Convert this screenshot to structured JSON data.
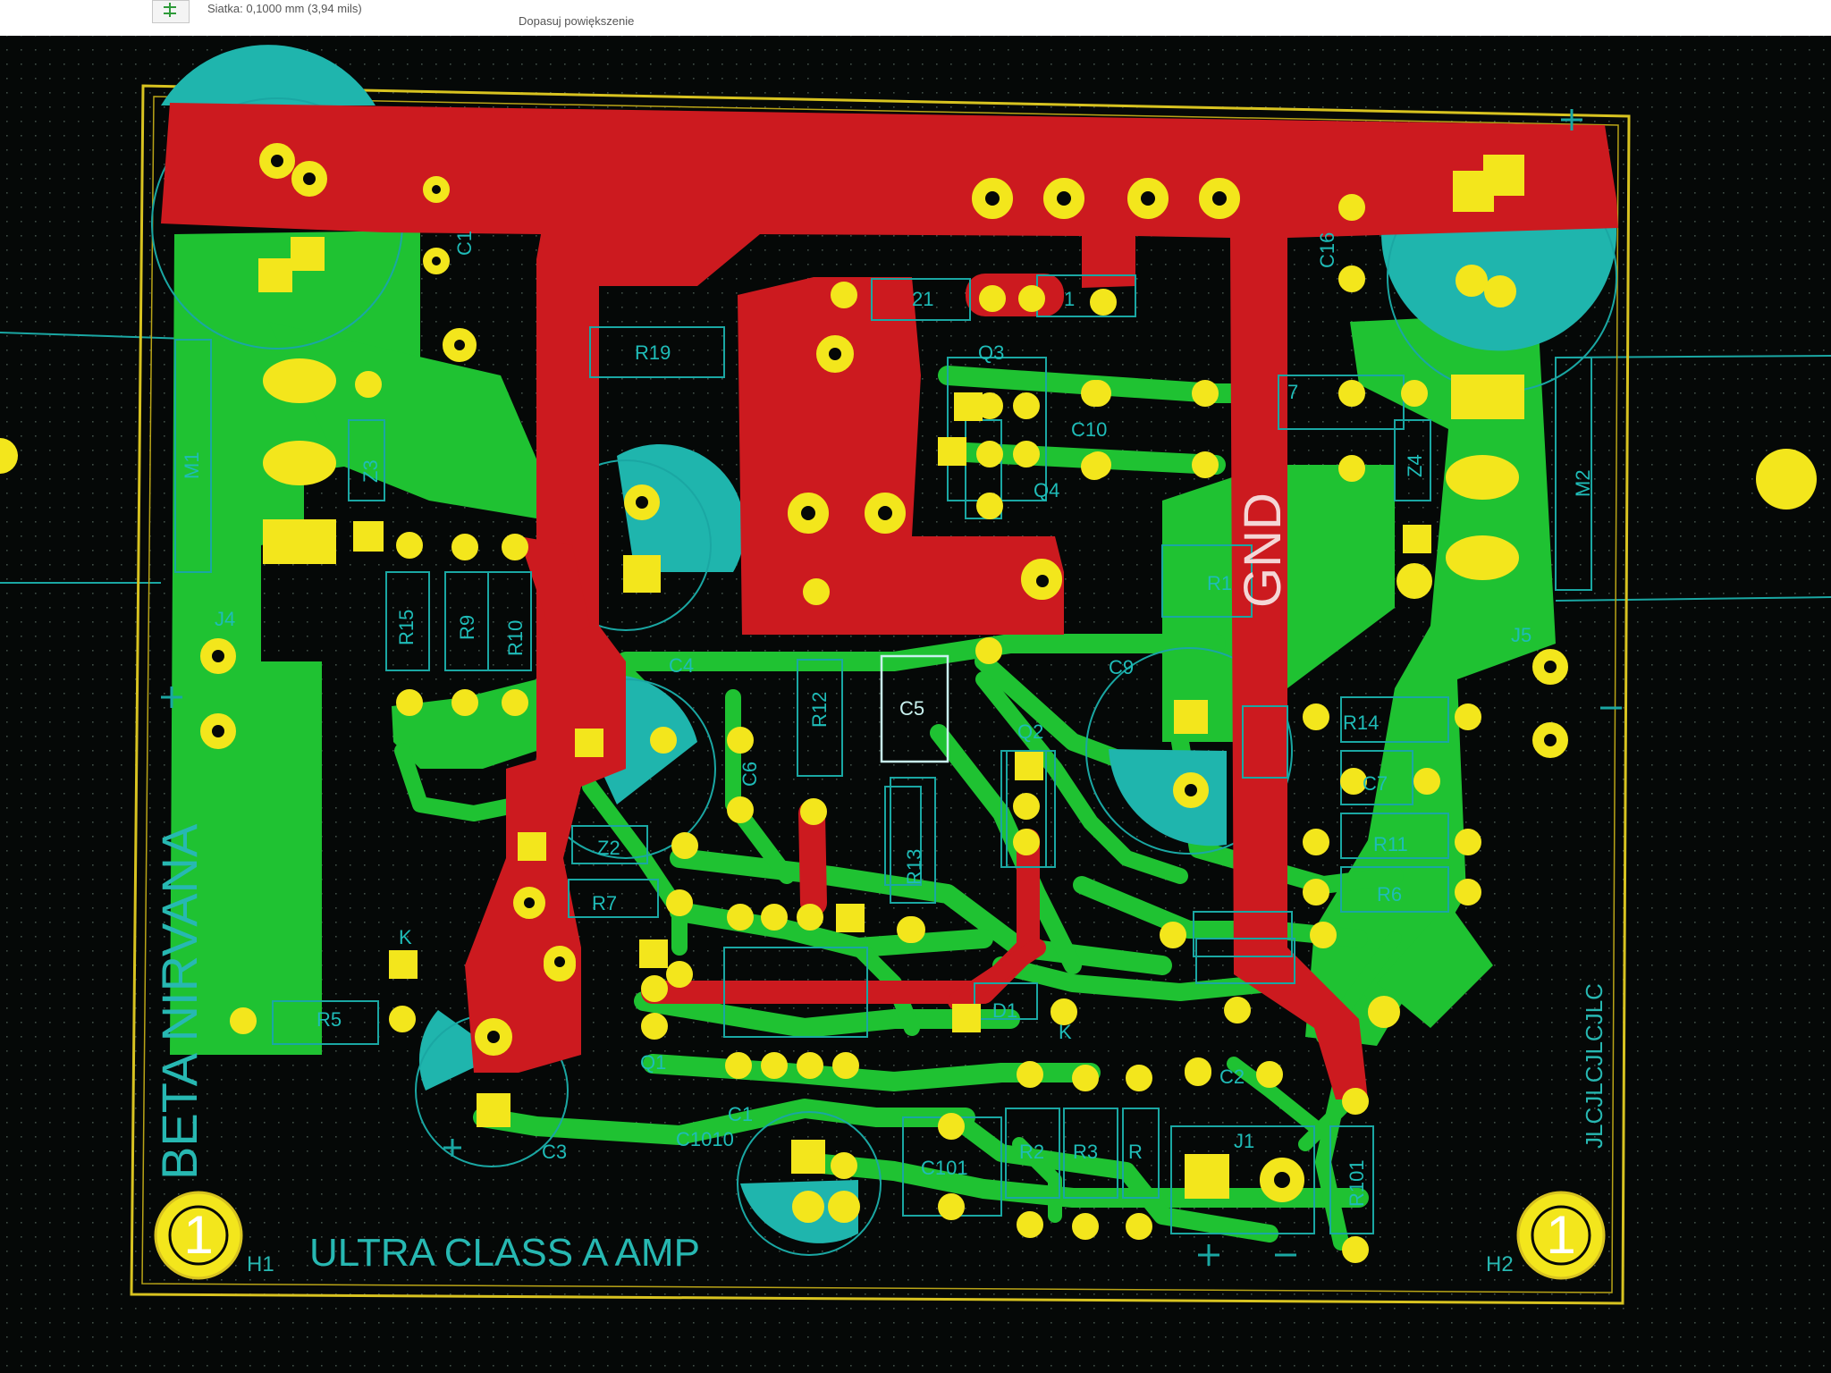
{
  "toolbar": {
    "grid_label": "Siatka: 0,1000 mm (3,94 mils)",
    "zoom_label": "Dopasuj powiększenie"
  },
  "board": {
    "title": "ULTRA CLASS A AMP",
    "side_title": "BETA NIRVANA",
    "net_label": "GND",
    "vendor_mark": "JLCJLCJLCJLC",
    "hole_marks": [
      "1",
      "1"
    ],
    "mount_holes": [
      "H1",
      "H2"
    ],
    "references": {
      "c1": "C1",
      "c2": "C2",
      "c3": "C3",
      "c4": "C4",
      "c5": "C5",
      "c6": "C6",
      "c7": "C7",
      "c9": "C9",
      "c10": "C10",
      "c101": "C101",
      "c1010": "C1010",
      "c16": "C16",
      "c_small": "C1",
      "r1": "R1",
      "r2": "R2",
      "r3": "R3",
      "r4": "R",
      "r5": "R5",
      "r6": "R6",
      "r7": "R7",
      "r9": "R9",
      "r10": "R10",
      "r11": "R11",
      "r12": "R12",
      "r13": "R13",
      "r14": "R14",
      "r15": "R15",
      "r19": "R19",
      "r101": "R101",
      "r21": "21",
      "r_top": "1",
      "r_mid": "R1",
      "rx7": "7",
      "q1": "Q1",
      "q2": "Q2",
      "q3": "Q3",
      "q4": "Q4",
      "z2": "Z2",
      "z3": "Z3",
      "z4": "Z4",
      "d1": "D1",
      "k1": "K",
      "k2": "K",
      "j1": "J1",
      "j4": "J4",
      "j5": "J5",
      "m1": "M1",
      "m2": "M2"
    }
  },
  "colors": {
    "board_bg": "#050807",
    "front_copper": "#cc1a1f",
    "back_copper": "#1fc232",
    "silkscreen": "#1fbcb8",
    "pad": "#f3e61c",
    "edge_cuts": "#d8c320"
  }
}
